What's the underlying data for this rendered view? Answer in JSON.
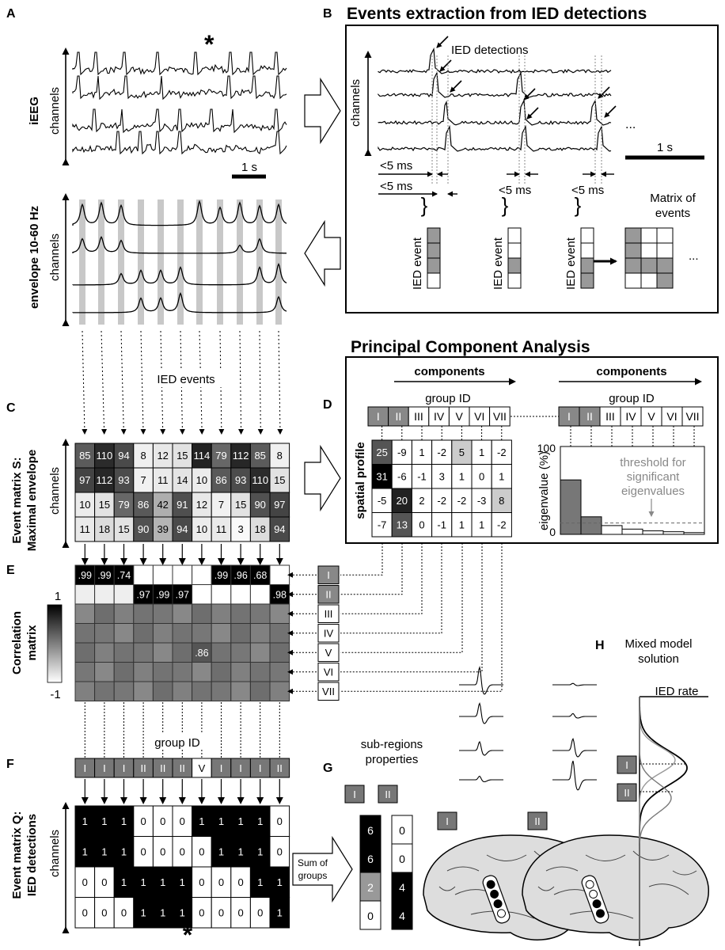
{
  "panels": {
    "A": {
      "letter": "A",
      "ylabel": "iEEG",
      "channels_label": "channels",
      "scale": "1 s",
      "asterisk": "*"
    },
    "A2": {
      "ylabel": "envelope 10-60 Hz",
      "channels_label": "channels",
      "events_label": "IED events"
    },
    "B": {
      "letter": "B",
      "title": "Events extraction from IED detections",
      "detections_label": "IED detections",
      "channels_label": "channels",
      "scale": "1 s",
      "ellipsis": "...",
      "lt5": [
        "<5 ms",
        "<5 ms",
        "<5 ms",
        "<5 ms"
      ],
      "event_label": "IED event",
      "matrix_label": [
        "Matrix of",
        "events"
      ],
      "columns": [
        [
          1,
          1,
          1,
          0
        ],
        [
          0,
          0,
          1,
          0
        ],
        [
          0,
          0,
          1,
          1
        ]
      ],
      "matrix": [
        [
          1,
          0,
          0
        ],
        [
          1,
          0,
          0
        ],
        [
          1,
          1,
          1
        ],
        [
          0,
          0,
          1
        ]
      ]
    },
    "C": {
      "letter": "C",
      "ylabel": [
        "Event matrix S:",
        "Maximal envelope"
      ],
      "channels_label": "channels",
      "values": [
        [
          85,
          110,
          94,
          8,
          12,
          15,
          114,
          79,
          112,
          85,
          8
        ],
        [
          97,
          112,
          93,
          7,
          11,
          14,
          10,
          86,
          93,
          110,
          15
        ],
        [
          10,
          15,
          79,
          86,
          42,
          91,
          12,
          7,
          15,
          90,
          97
        ],
        [
          11,
          18,
          15,
          90,
          39,
          94,
          10,
          11,
          3,
          18,
          94
        ]
      ]
    },
    "D": {
      "letter": "D",
      "title": "Principal Component Analysis",
      "components_label": "components",
      "group_id_label": "group ID",
      "group_ids": [
        "I",
        "II",
        "III",
        "IV",
        "V",
        "VI",
        "VII"
      ],
      "row_label": "spatial profile",
      "spatial": [
        [
          25,
          -9,
          1,
          -2,
          5,
          1,
          -2
        ],
        [
          31,
          -6,
          -1,
          3,
          1,
          0,
          1
        ],
        [
          -5,
          20,
          2,
          -2,
          -2,
          -3,
          8
        ],
        [
          -7,
          13,
          0,
          -1,
          1,
          1,
          -2
        ]
      ],
      "eig_ylabel": "eigenvalue (%)",
      "eig_tick_top": "100",
      "eig_tick_bottom": "0",
      "threshold_label": [
        "threshold for",
        "significant",
        "eigenvalues"
      ]
    },
    "E": {
      "letter": "E",
      "ylabel": [
        "Correlation",
        "matrix"
      ],
      "cbar_top": "1",
      "cbar_bottom": "-1",
      "row0": [
        ".99",
        ".99",
        ".74",
        "",
        "",
        "",
        "",
        ".99",
        ".96",
        ".68",
        ""
      ],
      "row1": [
        "",
        "",
        "",
        ".97",
        ".99",
        ".97",
        "",
        "",
        "",
        "",
        ".98"
      ],
      "row4_center": ".86",
      "row_labels": [
        "I",
        "II",
        "III",
        "IV",
        "V",
        "VI",
        "VII"
      ]
    },
    "F": {
      "letter": "F",
      "group_id_label": "group ID",
      "groups": [
        "I",
        "I",
        "I",
        "II",
        "II",
        "II",
        "V",
        "I",
        "I",
        "I",
        "II"
      ],
      "ylabel": [
        "Event matrix Q:",
        "IED detections"
      ],
      "channels_label": "channels",
      "q": [
        [
          1,
          1,
          1,
          0,
          0,
          0,
          1,
          1,
          1,
          1,
          0
        ],
        [
          1,
          1,
          1,
          0,
          0,
          0,
          0,
          1,
          1,
          1,
          0
        ],
        [
          0,
          0,
          1,
          1,
          1,
          1,
          0,
          0,
          0,
          1,
          1
        ],
        [
          0,
          0,
          0,
          1,
          1,
          1,
          0,
          0,
          0,
          0,
          1
        ]
      ],
      "asterisk": "*",
      "sum_label": [
        "Sum of",
        "groups"
      ]
    },
    "G": {
      "letter": "G",
      "label": [
        "sub-regions",
        "properties"
      ],
      "group_I": "I",
      "group_II": "II",
      "sum_I": [
        "6",
        "6",
        "2",
        "0"
      ],
      "sum_II": [
        "0",
        "0",
        "4",
        "4"
      ]
    },
    "H": {
      "letter": "H",
      "label": [
        "Mixed model",
        "solution"
      ],
      "rate_label": "IED rate",
      "group_I": "I",
      "group_II": "II"
    }
  },
  "chart_data": {
    "type": "bar",
    "categories": [
      "I",
      "II",
      "III",
      "IV",
      "V",
      "VI",
      "VII"
    ],
    "values": [
      62,
      20,
      10,
      6,
      4,
      3,
      2
    ],
    "ylabel": "eigenvalue (%)",
    "ylim": [
      0,
      100
    ],
    "threshold": 13
  }
}
